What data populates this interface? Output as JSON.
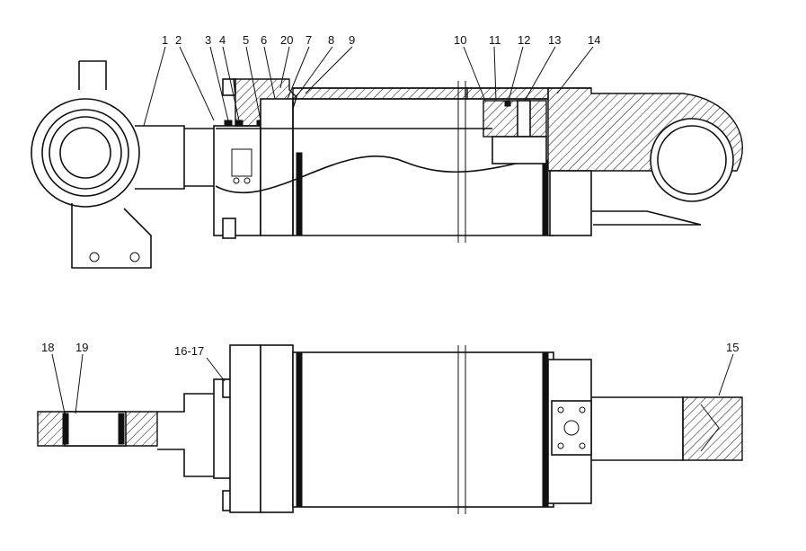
{
  "labels": {
    "p1": "1",
    "p2": "2",
    "p3": "3",
    "p4": "4",
    "p5": "5",
    "p6": "6",
    "p20": "20",
    "p7": "7",
    "p8": "8",
    "p9": "9",
    "p10": "10",
    "p11": "11",
    "p12": "12",
    "p13": "13",
    "p14": "14",
    "p15": "15",
    "p16_17": "16-17",
    "p18": "18",
    "p19": "19"
  },
  "colors": {
    "line": "#111111",
    "background": "#ffffff"
  }
}
